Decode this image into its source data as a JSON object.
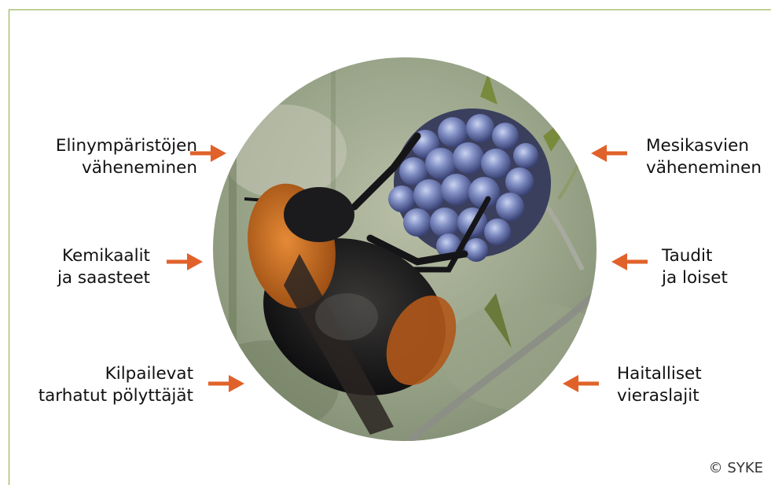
{
  "labels": {
    "habitat_loss": [
      "Elinympäristöjen",
      "väheneminen"
    ],
    "chemicals": [
      "Kemikaalit",
      "ja saasteet"
    ],
    "managed_pollinators": [
      "Kilpailevat",
      "tarhatut pölyttäjät"
    ],
    "forage_loss": [
      "Mesikasvien",
      "väheneminen"
    ],
    "diseases": [
      "Taudit",
      "ja loiset"
    ],
    "invasive_species": [
      "Haitalliset",
      "vieraslajit"
    ]
  },
  "copyright": "© SYKE",
  "colors": {
    "arrow": "#e0622a",
    "border": "#8aab3a"
  }
}
